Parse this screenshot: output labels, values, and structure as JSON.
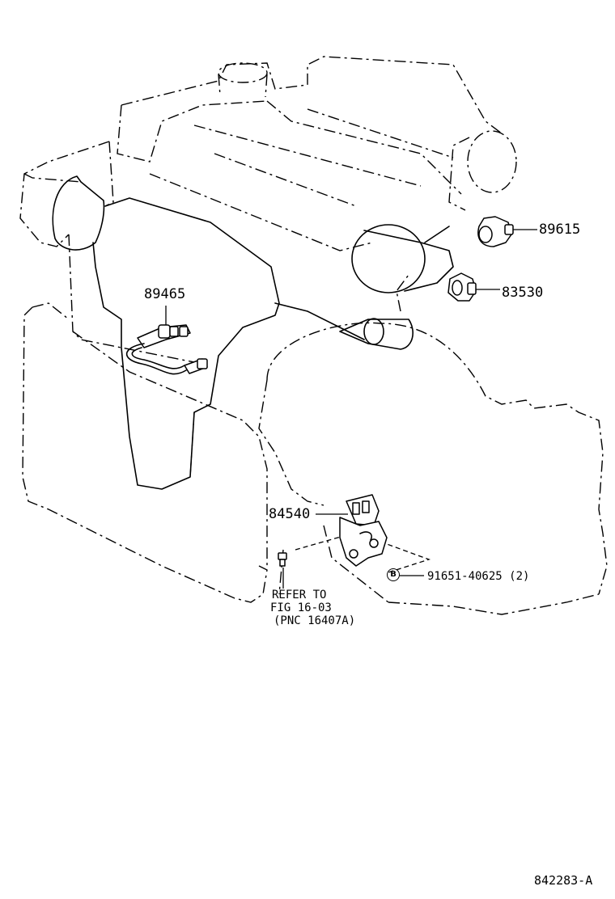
{
  "callouts": {
    "p89615": "89615",
    "p83530": "83530",
    "p89465": "89465",
    "p84540": "84540",
    "bolt_badge": "B",
    "bolt": "91651-40625 (2)"
  },
  "reference_note": {
    "line1": "REFER TO",
    "line2": "FIG 16-03",
    "line3": "(PNC 16407A)"
  },
  "illustration_number": "842283-A",
  "icons": [
    "engine-outline",
    "knock-sensor",
    "water-temp-sensor",
    "oxygen-sensor",
    "neutral-start-switch",
    "bolt"
  ]
}
